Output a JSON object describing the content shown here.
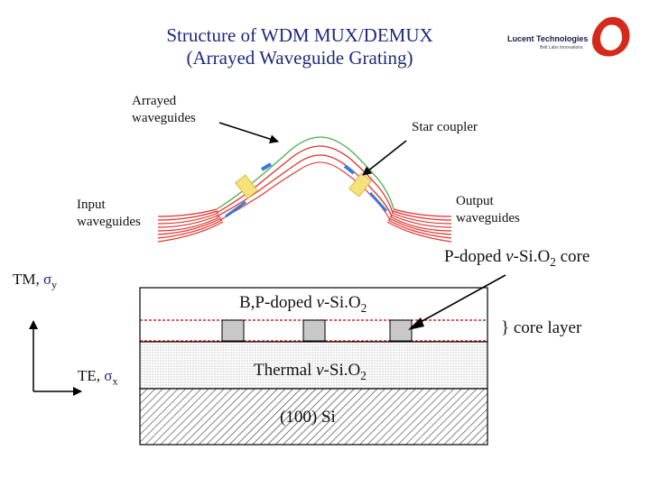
{
  "title": {
    "line1": "Structure of WDM MUX/DEMUX",
    "line2": "(Arrayed Waveguide Grating)"
  },
  "logo": {
    "name": "Lucent Technologies",
    "tagline": "Bell Labs Innovations"
  },
  "awg": {
    "arrayed_label_1": "Arrayed",
    "arrayed_label_2": "waveguides",
    "star_coupler_label": "Star coupler",
    "input_label_1": "Input",
    "input_label_2": "waveguides",
    "output_label_1": "Output",
    "output_label_2": "waveguides"
  },
  "cross_section": {
    "core_label_prefix": "P-doped ",
    "core_label_italic": "v",
    "core_label_mid": "-Si.O",
    "core_label_sub": "2",
    "core_label_suffix": " core",
    "upper_cladding_prefix": "B,P-doped ",
    "upper_cladding_italic": "v",
    "upper_cladding_mid": "-Si.O",
    "upper_cladding_sub": "2",
    "core_layer_label": "} core layer",
    "thermal_prefix": "Thermal ",
    "thermal_italic": "v",
    "thermal_mid": "-Si.O",
    "thermal_sub": "2",
    "substrate_label": "(100) Si"
  },
  "axes": {
    "tm_label": "TM, ",
    "tm_sigma": "σ",
    "tm_sub": "y",
    "te_label": "TE, ",
    "te_sigma": "σ",
    "te_sub": "x"
  },
  "colors": {
    "title": "#1f2a7a",
    "logo_red": "#d42a1c",
    "waveguide_red": "#e0302a",
    "waveguide_blue": "#3a7ad8",
    "waveguide_green": "#4bb04b",
    "coupler_yellow": "#f5e27a",
    "core_fill": "#c8c8c8",
    "core_line_red": "#c00000"
  }
}
